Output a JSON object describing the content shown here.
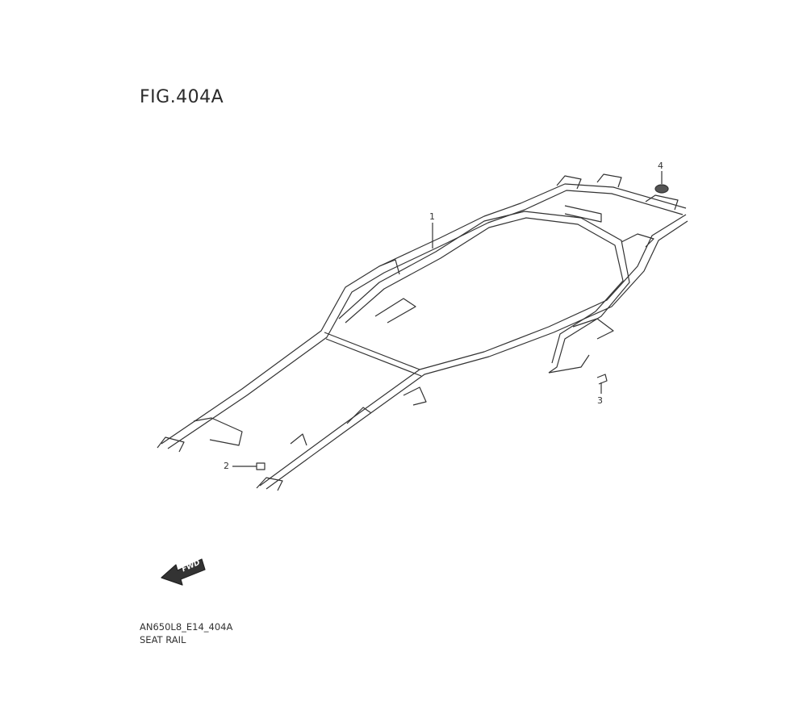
{
  "figure_title": "FIG.404A",
  "drawing_code": "AN650L8_E14_404A",
  "drawing_name": "SEAT RAIL",
  "direction_label": "FWD",
  "callouts": [
    "1",
    "2",
    "3",
    "4"
  ]
}
